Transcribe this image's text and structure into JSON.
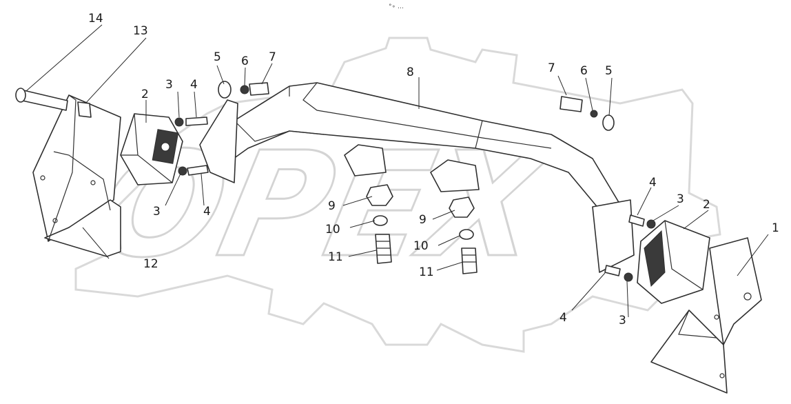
{
  "header": {
    "caption": "°∘ …"
  },
  "watermark": {
    "text": "OPEX"
  },
  "labels": [
    {
      "id": "l14a",
      "text": "14"
    },
    {
      "id": "l13a",
      "text": "13"
    },
    {
      "id": "l5a",
      "text": "5"
    },
    {
      "id": "l6a",
      "text": "6"
    },
    {
      "id": "l7a",
      "text": "7"
    },
    {
      "id": "l2a",
      "text": "2"
    },
    {
      "id": "l3a",
      "text": "3"
    },
    {
      "id": "l4a",
      "text": "4"
    },
    {
      "id": "l8a",
      "text": "8"
    },
    {
      "id": "l7b",
      "text": "7"
    },
    {
      "id": "l6b",
      "text": "6"
    },
    {
      "id": "l5b",
      "text": "5"
    },
    {
      "id": "l3b",
      "text": "3"
    },
    {
      "id": "l4b",
      "text": "4"
    },
    {
      "id": "l9a",
      "text": "9"
    },
    {
      "id": "l10a",
      "text": "10"
    },
    {
      "id": "l11a",
      "text": "11"
    },
    {
      "id": "l9b",
      "text": "9"
    },
    {
      "id": "l10b",
      "text": "10"
    },
    {
      "id": "l11b",
      "text": "11"
    },
    {
      "id": "l12a",
      "text": "12"
    },
    {
      "id": "l4c",
      "text": "4"
    },
    {
      "id": "l3c",
      "text": "3"
    },
    {
      "id": "l2b",
      "text": "2"
    },
    {
      "id": "l1a",
      "text": "1"
    },
    {
      "id": "l4d",
      "text": "4"
    },
    {
      "id": "l3d",
      "text": "3"
    }
  ]
}
